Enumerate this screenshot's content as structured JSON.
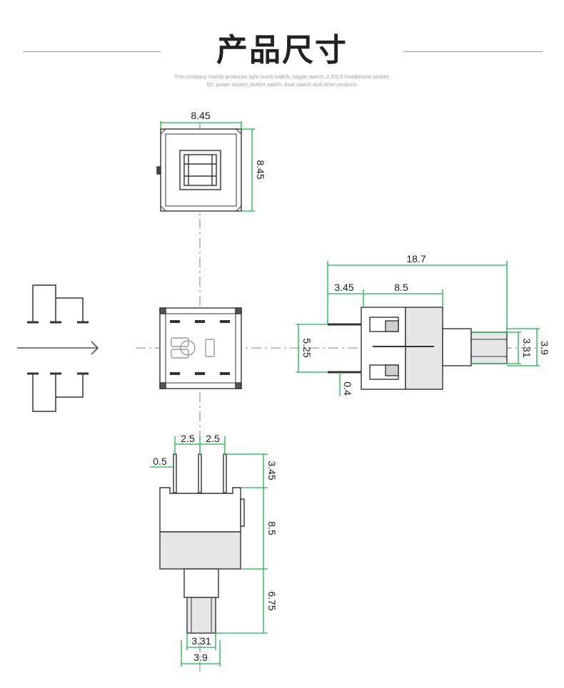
{
  "header": {
    "title": "产品尺寸",
    "subtitle_line1": "The company mainly produces light touch switch, toggle switch, 2.5/3.5 headphone socket,",
    "subtitle_line2": "DC power socket, button switch, boat switch and other products"
  },
  "colors": {
    "dimension_line": "#22b14c",
    "outline": "#333333",
    "body_fill": "#e6e6e6",
    "center_line": "#9a9a9a"
  },
  "dimensions": {
    "top_view_width": "8.45",
    "top_view_height": "8.45",
    "side_total_length": "18.7",
    "side_pin_length": "3.45",
    "side_body_length": "8.5",
    "side_pin_spacing": "5.25",
    "side_pin_thickness": "0.4",
    "side_plunger_inner": "3.31",
    "side_plunger_outer": "3.9",
    "front_pitch_left": "2.5",
    "front_pitch_right": "2.5",
    "front_pin_width": "0.5",
    "front_pin_length": "3.45",
    "front_body_height": "8.5",
    "front_plunger_length": "6.75",
    "front_plunger_inner": "3.31",
    "front_plunger_outer": "3.9"
  }
}
